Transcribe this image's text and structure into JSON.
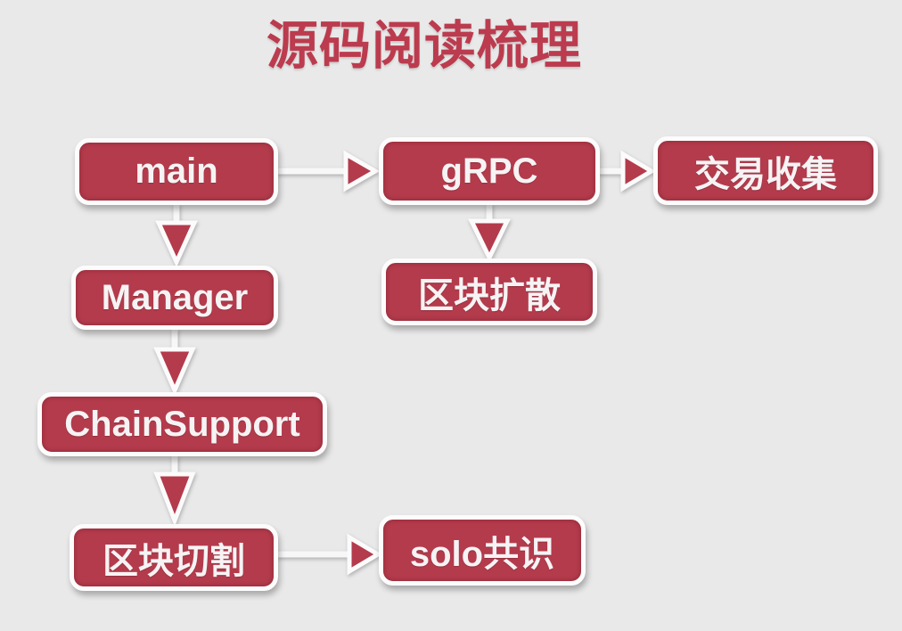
{
  "title": "源码阅读梳理",
  "colors": {
    "background": "#e9e9e9",
    "node_fill": "#b43b4c",
    "node_border": "#fcfcfc",
    "node_text": "#f6f3f4",
    "title_text": "#bc3b4e",
    "connector": "#f7f7f7"
  },
  "nodes": {
    "main": {
      "label": "main"
    },
    "grpc": {
      "label": "gRPC"
    },
    "tx_collect": {
      "label": "交易收集"
    },
    "manager": {
      "label": "Manager"
    },
    "block_diffuse": {
      "label": "区块扩散"
    },
    "chain_support": {
      "label": "ChainSupport"
    },
    "block_cut": {
      "label": "区块切割"
    },
    "solo_consensus": {
      "label": "solo共识"
    }
  },
  "edges": [
    {
      "from": "main",
      "to": "grpc",
      "direction": "right"
    },
    {
      "from": "grpc",
      "to": "tx_collect",
      "direction": "right"
    },
    {
      "from": "main",
      "to": "manager",
      "direction": "down"
    },
    {
      "from": "grpc",
      "to": "block_diffuse",
      "direction": "down"
    },
    {
      "from": "manager",
      "to": "chain_support",
      "direction": "down"
    },
    {
      "from": "chain_support",
      "to": "block_cut",
      "direction": "down"
    },
    {
      "from": "block_cut",
      "to": "solo_consensus",
      "direction": "right"
    }
  ]
}
